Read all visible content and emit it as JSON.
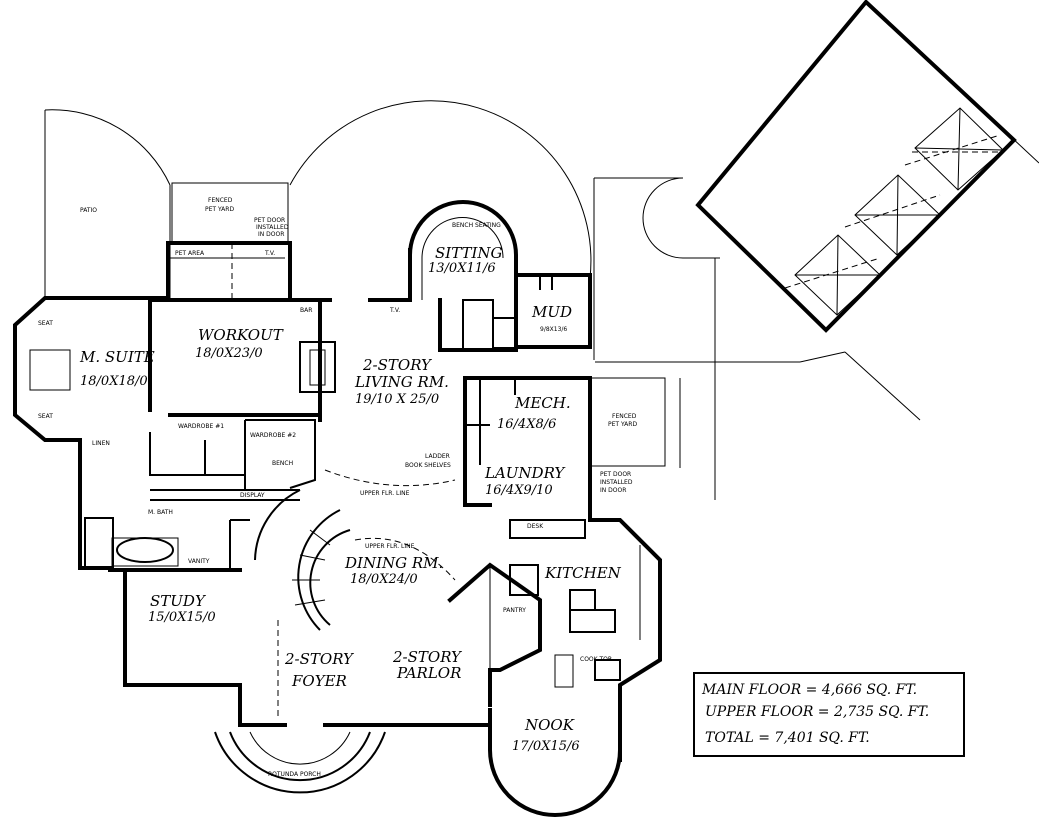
{
  "rooms": {
    "patio": "PATIO",
    "fenced_yard_1": "FENCED",
    "fenced_yard_1b": "PET YARD",
    "pet_door_1": "PET DOOR",
    "pet_door_1b": "INSTALLED",
    "pet_door_1c": "IN DOOR",
    "pet_area": "PET AREA",
    "tv_1": "T.V.",
    "bench_seating": "BENCH SEATING",
    "sitting": "SITTING",
    "sitting_dim": "13/0X11/6",
    "workout": "WORKOUT",
    "workout_dim": "18/0X23/0",
    "bar": "BAR",
    "tv_2": "T.V.",
    "mud": "MUD",
    "mud_dim": "9/8X13/6",
    "m_suite": "M. SUITE",
    "m_suite_dim": "18/0X18/0",
    "seat_1": "SEAT",
    "seat_2": "SEAT",
    "living": "2-STORY",
    "living_b": "LIVING RM.",
    "living_dim": "19/10 X 25/0",
    "mech": "MECH.",
    "mech_dim": "16/4X8/6",
    "fenced_yard_2": "FENCED",
    "fenced_yard_2b": "PET YARD",
    "wardrobe_1": "WARDROBE #1",
    "wardrobe_2": "WARDROBE #2",
    "linen": "LINEN",
    "bench": "BENCH",
    "ladder": "LADDER",
    "book_shelves": "BOOK SHELVES",
    "laundry": "LAUNDRY",
    "laundry_dim": "16/4X9/10",
    "pet_door_2": "PET DOOR",
    "pet_door_2b": "INSTALLED",
    "pet_door_2c": "IN DOOR",
    "upper_flr_line_1": "UPPER FLR. LINE",
    "display": "DISPLAY",
    "m_bath": "M. BATH",
    "desk": "DESK",
    "upper_flr_line_2": "UPPER FLR. LINE",
    "vanity": "VANITY",
    "dining": "DINING RM.",
    "dining_dim": "18/0X24/0",
    "kitchen": "KITCHEN",
    "pantry": "PANTRY",
    "study": "STUDY",
    "study_dim": "15/0X15/0",
    "cook_top": "COOK TOP",
    "foyer": "2-STORY",
    "foyer_b": "FOYER",
    "parlor": "2-STORY",
    "parlor_b": "PARLOR",
    "nook": "NOOK",
    "nook_dim": "17/0X15/6",
    "rotunda_porch": "ROTUNDA PORCH"
  },
  "area_summary": {
    "main_floor": "MAIN FLOOR  =  4,666 SQ. FT.",
    "upper_floor": "UPPER FLOOR  =  2,735 SQ. FT.",
    "total": "TOTAL  =  7,401 SQ. FT."
  }
}
